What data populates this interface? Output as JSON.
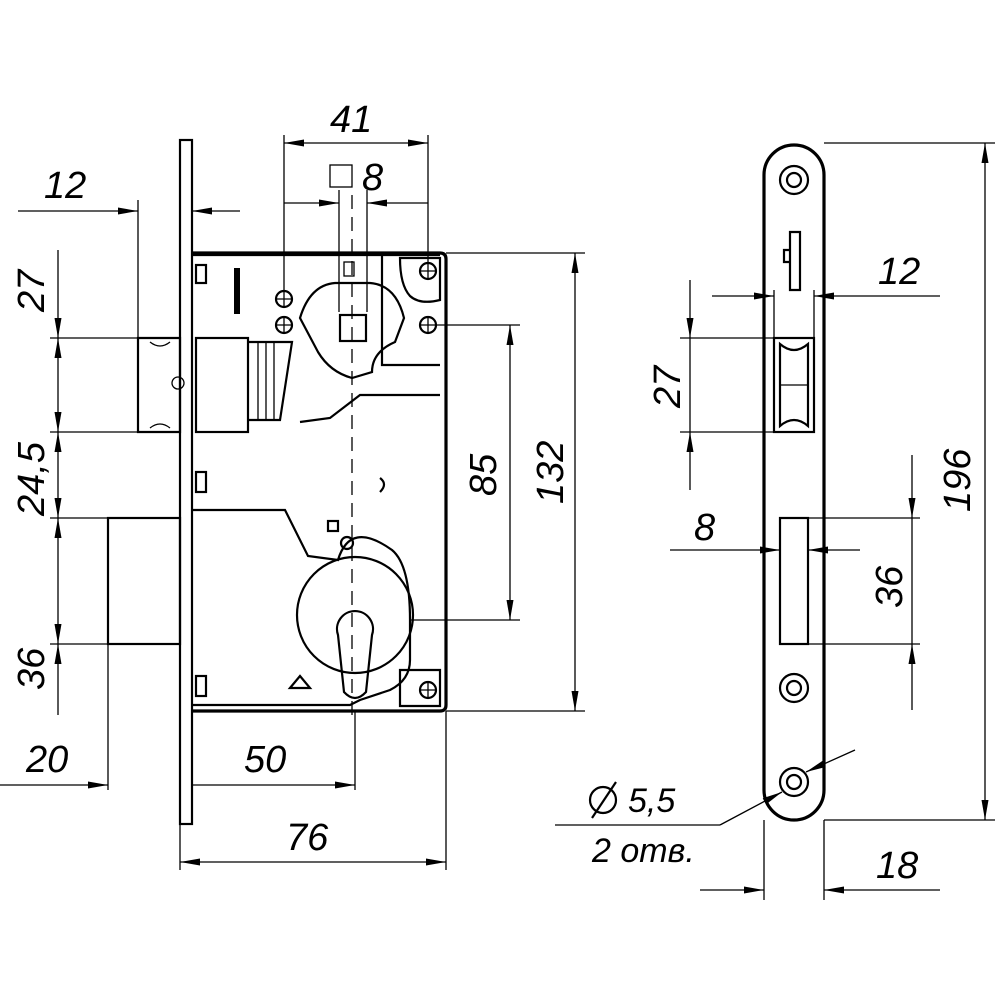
{
  "side_view": {
    "dimensions": {
      "backset_label": "41",
      "square_label": "8",
      "faceplate_width_label": "12",
      "latch_height_label": "27",
      "latch_to_bolt_label": "24,5",
      "bolt_height_label": "36",
      "bolt_throw_label": "20",
      "cylinder_backset_label": "50",
      "body_depth_label": "76",
      "center_distance_label": "85",
      "body_height_label": "132"
    }
  },
  "front_view": {
    "dimensions": {
      "faceplate_length_label": "196",
      "latch_width_label": "12",
      "latch_height_label": "27",
      "bolt_width_label": "8",
      "bolt_height_label": "36",
      "faceplate_width_label": "18",
      "hole_diameter_label": "5,5",
      "hole_count_label": "2 отв."
    }
  }
}
